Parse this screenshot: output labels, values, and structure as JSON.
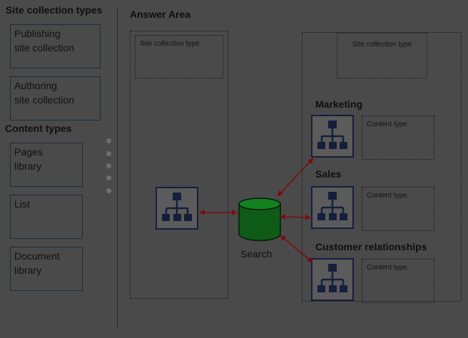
{
  "left_panel": {
    "site_collection_types_heading": "Site collection types",
    "site_collection_options": [
      {
        "line1": "Publishing",
        "line2": "site collection"
      },
      {
        "line1": "Authoring",
        "line2": "site collection"
      }
    ],
    "content_types_heading": "Content types",
    "content_type_options": [
      {
        "line1": "Pages",
        "line2": "library"
      },
      {
        "line1": "List",
        "line2": ""
      },
      {
        "line1": "Document",
        "line2": "library"
      }
    ]
  },
  "answer_area": {
    "heading": "Answer Area",
    "left_site_collection_target": "Site collection type",
    "right_site_collection_target": "Site collection type",
    "search_label": "Search",
    "sites": [
      {
        "label": "Marketing",
        "content_type_target": "Content type"
      },
      {
        "label": "Sales",
        "content_type_target": "Content type"
      },
      {
        "label": "Customer relationships",
        "content_type_target": "Content type"
      }
    ]
  },
  "colors": {
    "background": "#4a4a4a",
    "box_border": "#1d2a44",
    "icon_navy": "#141f3c",
    "database_green": "#0e5a17",
    "arrow_red": "#7a0d0d"
  },
  "icons": [
    "sitemap-icon",
    "database-icon",
    "grip-dots-icon"
  ]
}
